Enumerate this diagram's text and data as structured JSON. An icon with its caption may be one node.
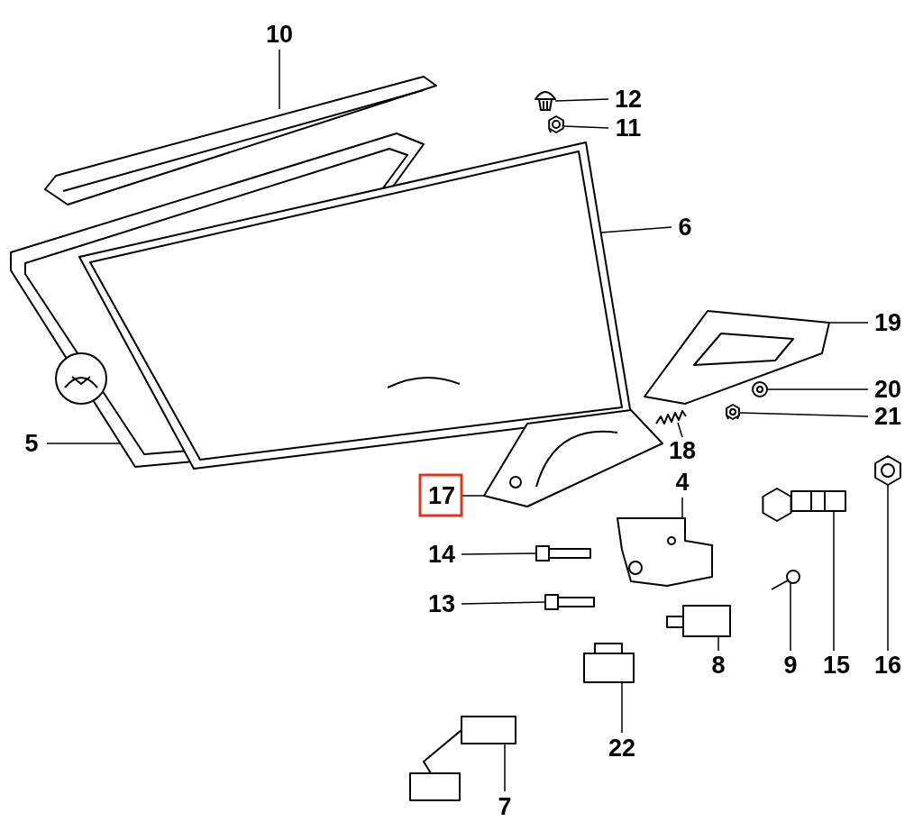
{
  "diagram": {
    "nodes": [
      {
        "text": [
          "10"
        ]
      },
      {
        "text": [
          "12"
        ]
      },
      {
        "text": [
          "11"
        ]
      },
      {
        "text": [
          "6"
        ]
      },
      {
        "text": [
          "19"
        ]
      },
      {
        "text": [
          "20"
        ]
      },
      {
        "text": [
          "21"
        ]
      },
      {
        "text": [
          "18"
        ]
      },
      {
        "text": [
          "5"
        ]
      },
      {
        "text": [
          "17"
        ]
      },
      {
        "text": [
          "4"
        ]
      },
      {
        "text": [
          "14"
        ]
      },
      {
        "text": [
          "13"
        ]
      },
      {
        "text": [
          "8"
        ]
      },
      {
        "text": [
          "9"
        ]
      },
      {
        "text": [
          "15"
        ]
      },
      {
        "text": [
          "16"
        ]
      },
      {
        "text": [
          "22"
        ]
      },
      {
        "text": [
          "7"
        ]
      },
      {
        "text": [],
        "shape": "picture"
      },
      {
        "text": [],
        "shape": "picture"
      },
      {
        "text": [],
        "shape": "picture"
      },
      {
        "text": [],
        "shape": "picture"
      },
      {
        "text": [],
        "shape": "picture"
      },
      {
        "text": [],
        "shape": "picture"
      },
      {
        "text": [],
        "shape": "picture"
      },
      {
        "text": [],
        "shape": "picture"
      },
      {
        "text": [],
        "shape": "picture"
      },
      {
        "text": [],
        "shape": "picture"
      },
      {
        "text": [],
        "shape": "picture"
      },
      {
        "text": [],
        "shape": "picture"
      },
      {
        "text": [],
        "shape": "picture"
      },
      {
        "text": [],
        "shape": "picture"
      },
      {
        "text": [],
        "shape": "picture"
      },
      {
        "text": [],
        "shape": "picture"
      },
      {
        "text": [],
        "shape": "picture"
      },
      {
        "text": [],
        "shape": "picture"
      },
      {
        "text": [],
        "shape": "picture"
      }
    ],
    "edges": [
      {
        "from": 0,
        "to": 19,
        "arrow": "none"
      },
      {
        "from": 1,
        "to": 20,
        "arrow": "none"
      },
      {
        "from": 2,
        "to": 21,
        "arrow": "none"
      },
      {
        "from": 3,
        "to": 22,
        "arrow": "none"
      },
      {
        "from": 4,
        "to": 23,
        "arrow": "none"
      },
      {
        "from": 5,
        "to": 24,
        "arrow": "none"
      },
      {
        "from": 6,
        "to": 25,
        "arrow": "none"
      },
      {
        "from": 7,
        "to": 26,
        "arrow": "none"
      },
      {
        "from": 8,
        "to": 27,
        "arrow": "none"
      },
      {
        "from": 9,
        "to": 28,
        "arrow": "none"
      },
      {
        "from": 10,
        "to": 29,
        "arrow": "none"
      },
      {
        "from": 11,
        "to": 30,
        "arrow": "none"
      },
      {
        "from": 12,
        "to": 31,
        "arrow": "none"
      },
      {
        "from": 13,
        "to": 32,
        "arrow": "none"
      },
      {
        "from": 14,
        "to": 33,
        "arrow": "none"
      },
      {
        "from": 15,
        "to": 34,
        "arrow": "none"
      },
      {
        "from": 16,
        "to": 35,
        "arrow": "none"
      },
      {
        "from": 17,
        "to": 36,
        "arrow": "none"
      },
      {
        "from": 18,
        "to": 37,
        "arrow": "none"
      }
    ]
  }
}
